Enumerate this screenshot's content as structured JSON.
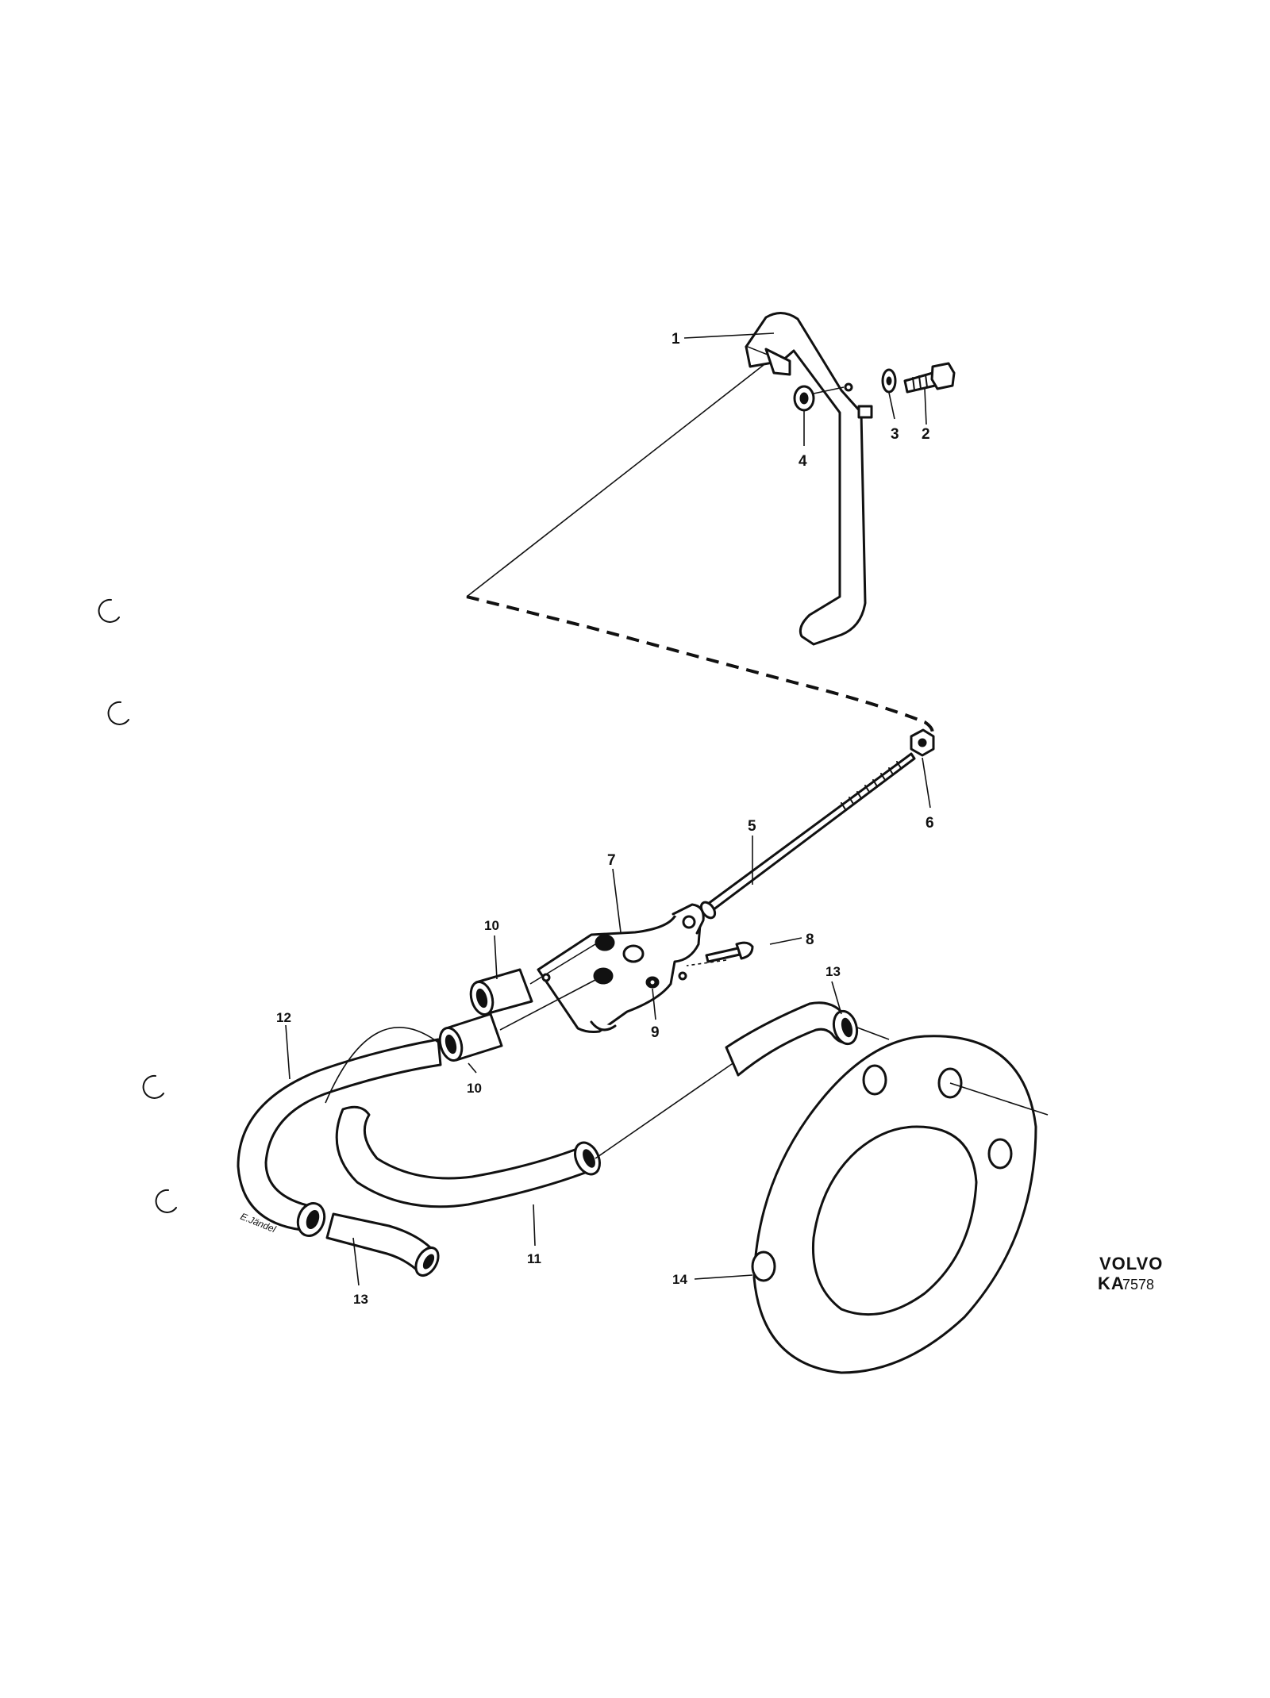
{
  "callouts": {
    "c1": "1",
    "c2": "2",
    "c3": "3",
    "c4": "4",
    "c5": "5",
    "c6": "6",
    "c7": "7",
    "c8": "8",
    "c9": "9",
    "c10a": "10",
    "c10b": "10",
    "c11": "11",
    "c12": "12",
    "c13a": "13",
    "c13b": "13",
    "c14": "14"
  },
  "brand": {
    "name": "VOLVO",
    "prefix": "KA",
    "number": "7578"
  },
  "artist_signature": "E.Jändel"
}
